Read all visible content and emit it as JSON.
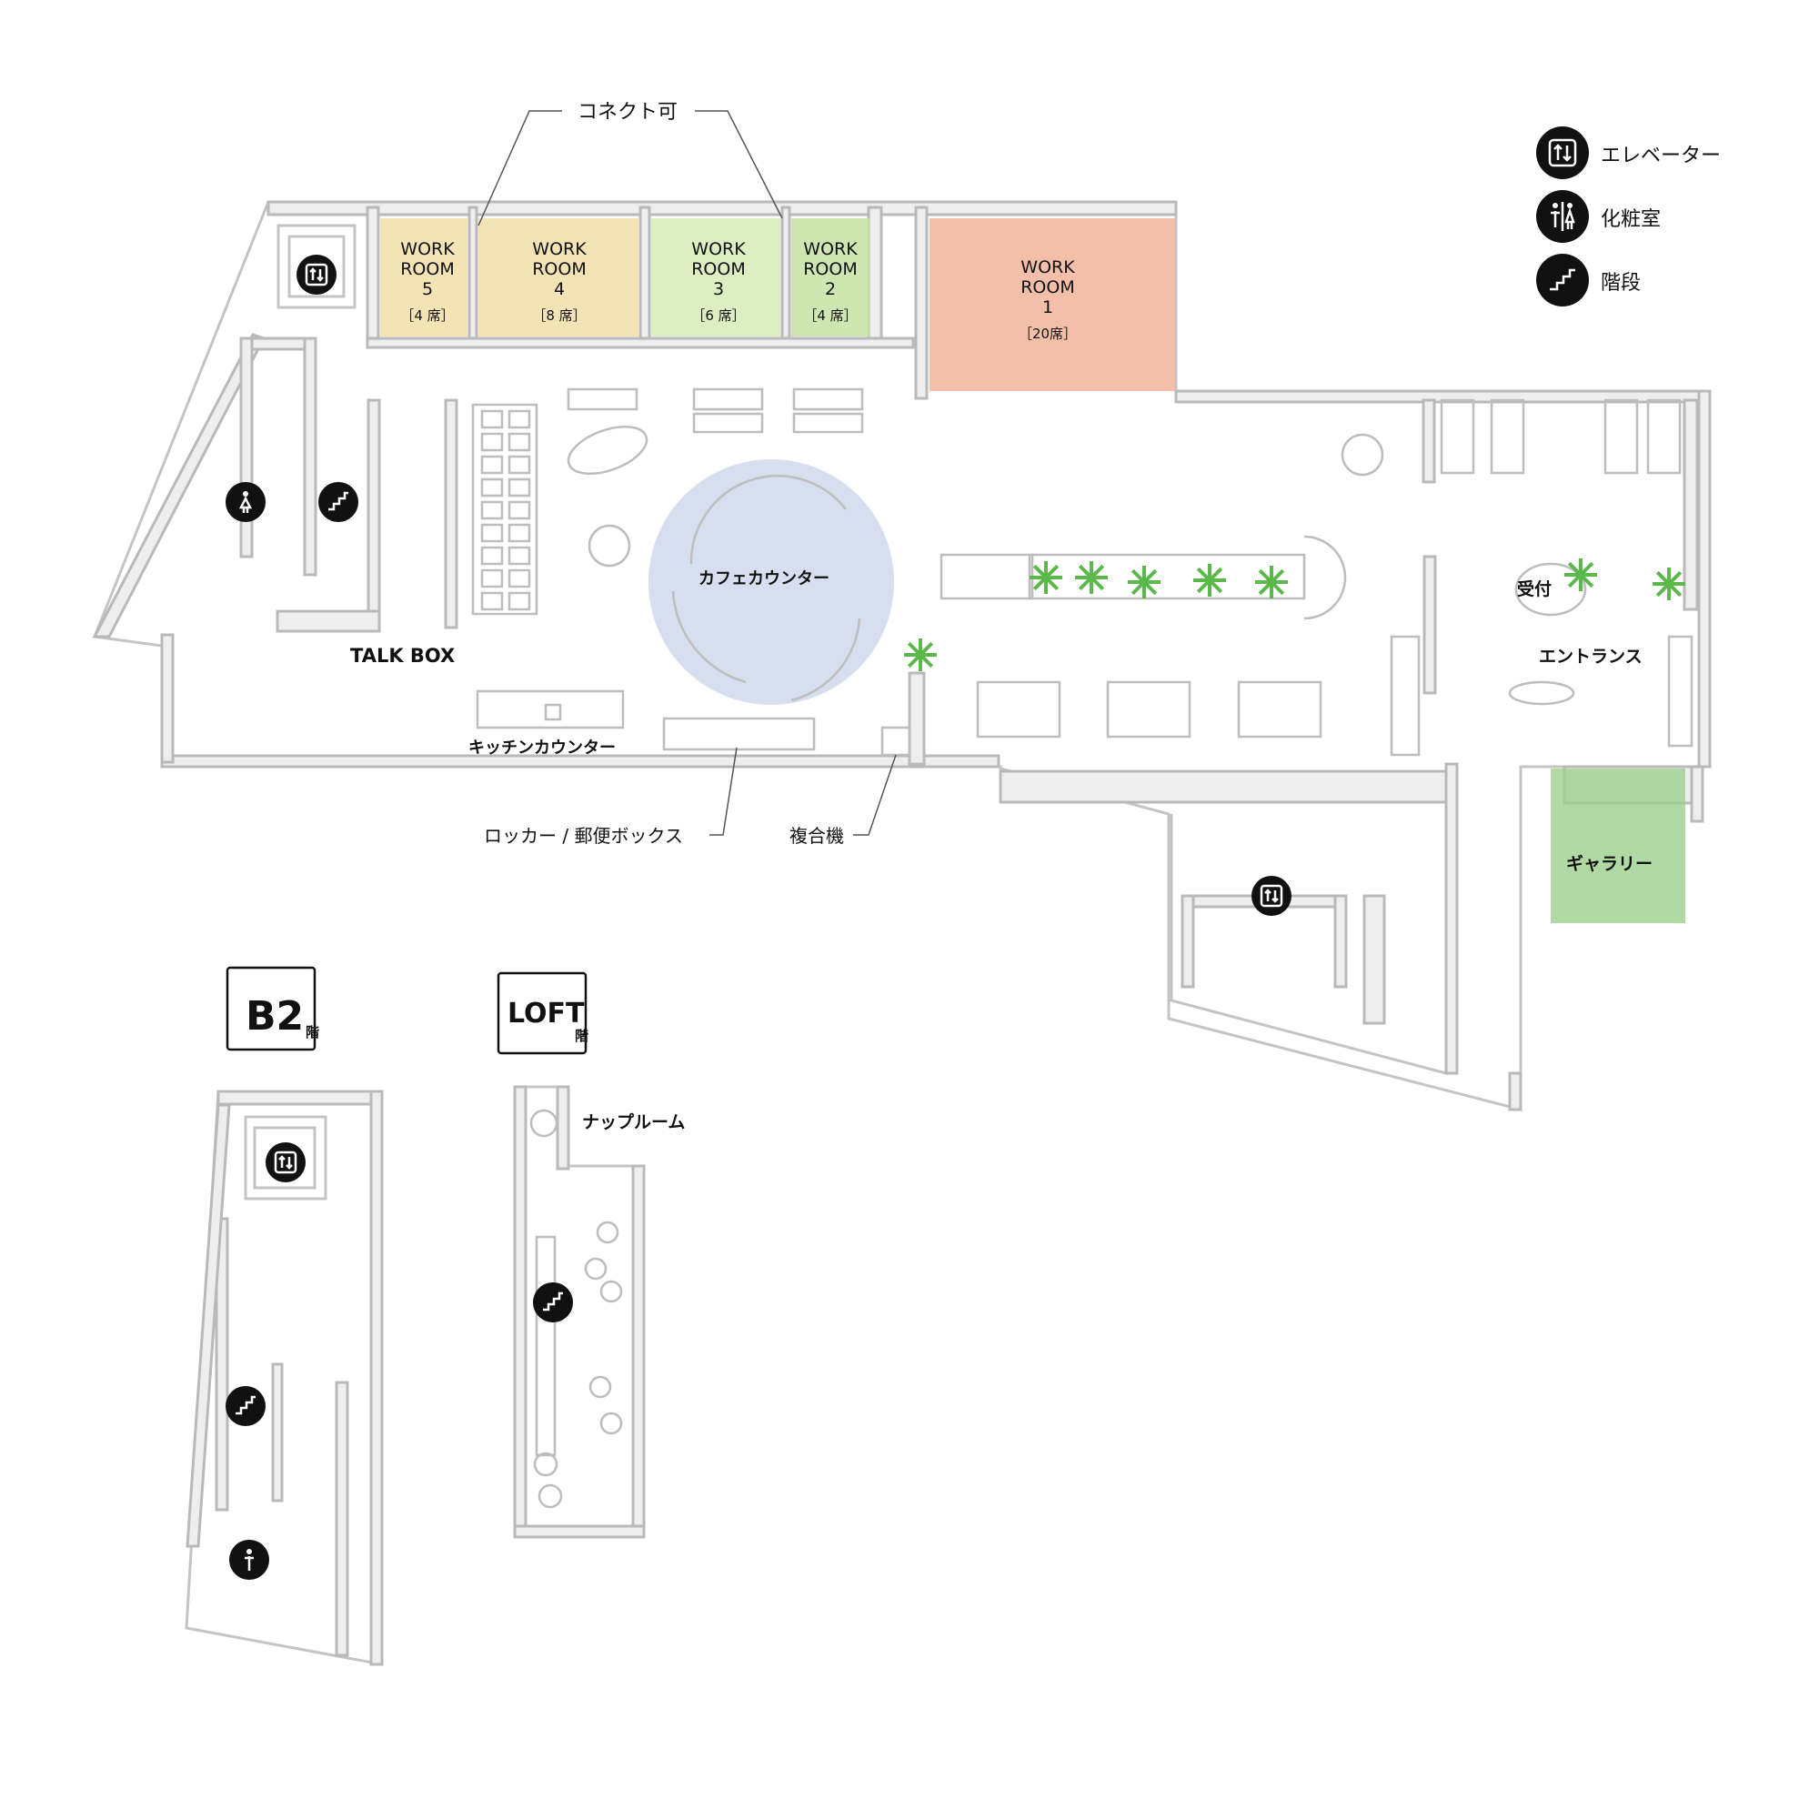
{
  "legend": {
    "elevator": "エレベーター",
    "restroom": "化粧室",
    "stairs": "階段"
  },
  "connect_label": "コネクト可",
  "rooms": [
    {
      "l1": "WORK",
      "l2": "ROOM",
      "num": "5",
      "seats": "［4 席］",
      "color": "#f2dfa8"
    },
    {
      "l1": "WORK",
      "l2": "ROOM",
      "num": "4",
      "seats": "［8 席］",
      "color": "#f2dfa8"
    },
    {
      "l1": "WORK",
      "l2": "ROOM",
      "num": "3",
      "seats": "［6 席］",
      "color": "#d8ebb8"
    },
    {
      "l1": "WORK",
      "l2": "ROOM",
      "num": "2",
      "seats": "［4 席］",
      "color": "#c6e3a4"
    },
    {
      "l1": "WORK",
      "l2": "ROOM",
      "num": "1",
      "seats": "［20席］",
      "color": "#f2b49a"
    }
  ],
  "areas": {
    "talk_box": "TALK BOX",
    "cafe_counter": "カフェカウンター",
    "kitchen_counter": "キッチンカウンター",
    "reception": "受付",
    "entrance": "エントランス",
    "gallery": "ギャラリー",
    "locker": "ロッカー / 郵便ボックス",
    "copier": "複合機",
    "nap_room": "ナップルーム"
  },
  "floors": {
    "b2": {
      "name": "B2",
      "suffix": "階"
    },
    "loft": {
      "name": "LOFT",
      "suffix": "階"
    }
  },
  "colors": {
    "gallery": "#9ccf8c",
    "cafe": "#c9d3ea",
    "plant": "#5bb84a",
    "icon": "#111111"
  }
}
